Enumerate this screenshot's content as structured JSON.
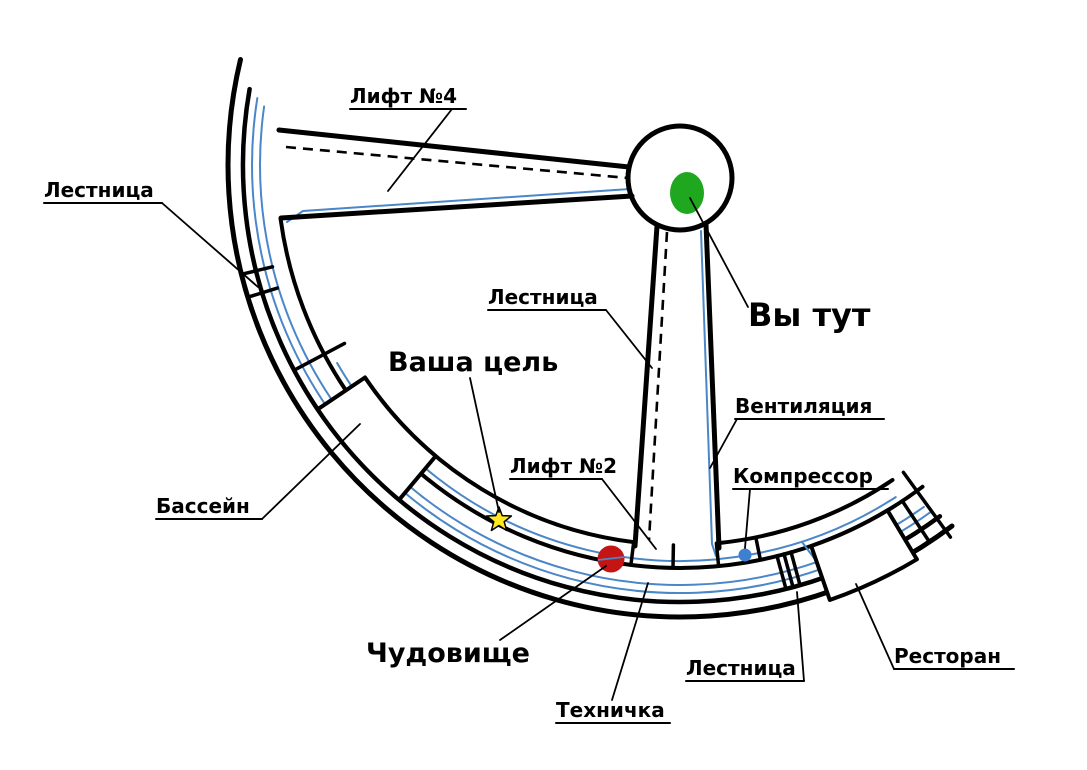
{
  "map": {
    "labels": {
      "lift4": "Лифт №4",
      "stairs_left": "Лестница",
      "stairs_mid": "Лестница",
      "goal": "Ваша цель",
      "you_are_here": "Вы тут",
      "ventilation": "Вентиляция",
      "lift2": "Лифт №2",
      "compressor": "Компрессор",
      "pool": "Бассейн",
      "monster": "Чудовище",
      "tech_room": "Техничка",
      "stairs_bottom": "Лестница",
      "restaurant": "Ресторан"
    },
    "markers": {
      "you_are_here": {
        "shape": "green-ellipse",
        "color": "#1fa71f"
      },
      "goal": {
        "shape": "yellow-star",
        "color": "#ffe820"
      },
      "monster": {
        "shape": "red-circle",
        "color": "#c51414"
      },
      "compressor": {
        "shape": "blue-dot",
        "color": "#3d7fd0"
      }
    },
    "colors": {
      "wall": "#000000",
      "duct": "#4a86c8",
      "background": "#ffffff"
    }
  }
}
